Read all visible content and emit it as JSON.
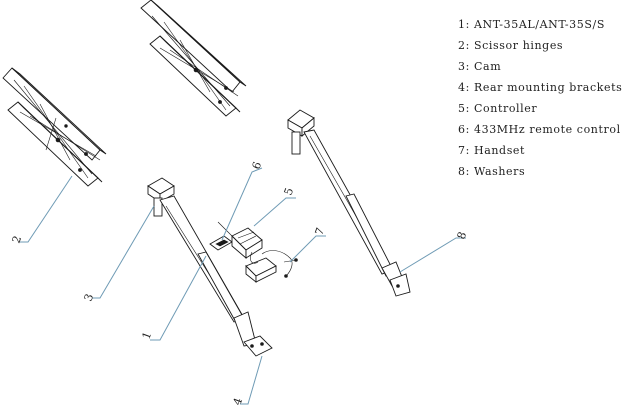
{
  "legend": [
    {
      "num": "1:",
      "text": "ANT-35AL/ANT-35S/S"
    },
    {
      "num": "2:",
      "text": "Scissor hinges"
    },
    {
      "num": "3:",
      "text": "Cam"
    },
    {
      "num": "4:",
      "text": "Rear mounting brackets"
    },
    {
      "num": "5:",
      "text": "Controller"
    },
    {
      "num": "6:",
      "text": "433MHz remote control"
    },
    {
      "num": "7:",
      "text": "Handset"
    },
    {
      "num": "8:",
      "text": "Washers"
    }
  ],
  "callouts": {
    "c1": "1",
    "c2": "2",
    "c3": "3",
    "c4": "4",
    "c5": "5",
    "c6": "6",
    "c7": "7",
    "c8": "8"
  },
  "colors": {
    "callout_line": "#6f9bb5",
    "drawing": "#1a1a1a"
  }
}
